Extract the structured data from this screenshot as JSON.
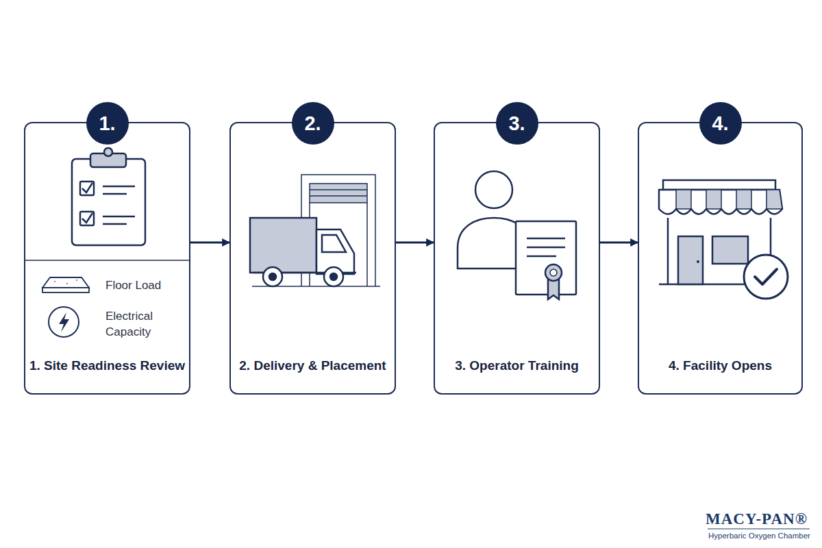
{
  "diagram": {
    "nodes": [
      {
        "text": [
          "Floor Load",
          "Electrical Capacity",
          "1. Site Readiness Review"
        ]
      },
      {
        "text": [
          "1."
        ],
        "in": 0
      },
      {
        "text": [
          "2. Delivery & Placement"
        ]
      },
      {
        "text": [
          "2."
        ],
        "in": 2
      },
      {
        "text": [
          "3. Operator Training"
        ]
      },
      {
        "text": [
          "3."
        ],
        "in": 4
      },
      {
        "text": [
          "4. Facility Opens"
        ]
      },
      {
        "text": [
          "4."
        ],
        "in": 6
      }
    ],
    "edges": [
      {
        "from": 0,
        "to": 2,
        "arrow": "to"
      },
      {
        "from": 2,
        "to": 4,
        "arrow": "to"
      },
      {
        "from": 4,
        "to": 6,
        "arrow": "to"
      }
    ],
    "labels": [
      "MACY-PAN®",
      "Hyperbaric Oxygen Chamber"
    ]
  }
}
